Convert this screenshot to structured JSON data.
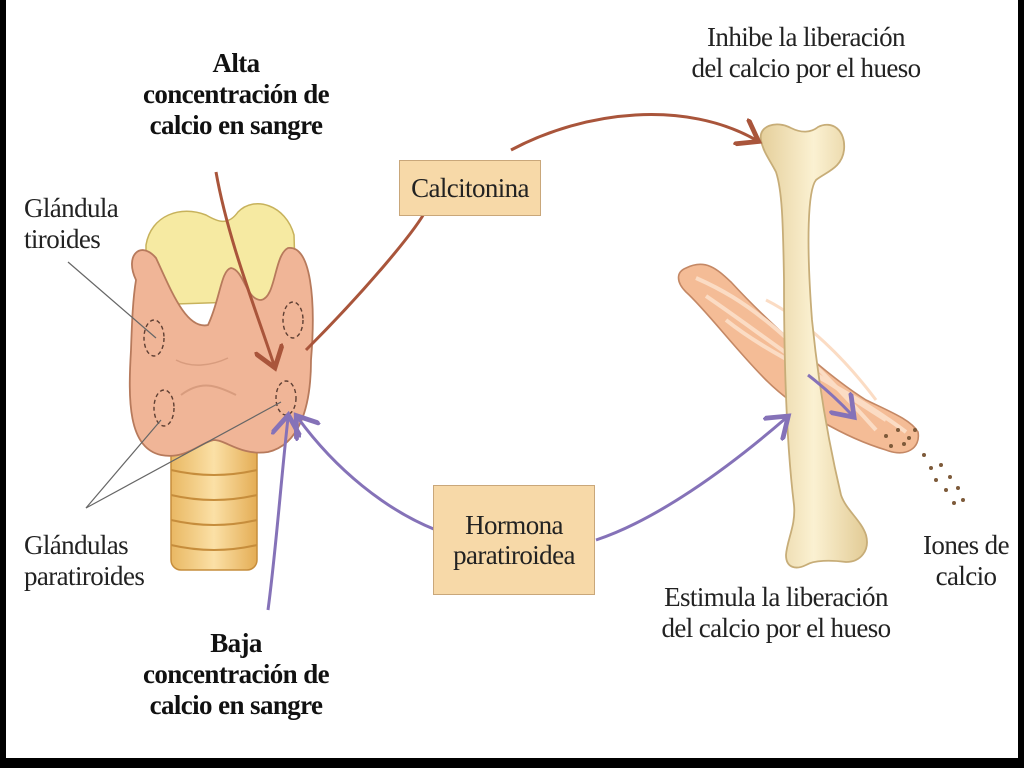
{
  "labels": {
    "high_calcium": [
      "Alta",
      "concentración de",
      "calcio en sangre"
    ],
    "low_calcium": [
      "Baja",
      "concentración de",
      "calcio en sangre"
    ],
    "thyroid_gland": [
      "Glándula",
      "tiroides"
    ],
    "parathyroid_glands": [
      "Glándulas",
      "paratiroides"
    ],
    "inhibits_release": [
      "Inhibe la liberación",
      "del calcio por el hueso"
    ],
    "stimulates_release": [
      "Estimula la liberación",
      "del calcio por el hueso"
    ],
    "calcium_ions": [
      "Iones de",
      "calcio"
    ]
  },
  "hormones": {
    "calcitonin": "Calcitonina",
    "parathyroid_hormone": [
      "Hormona",
      "paratiroidea"
    ]
  },
  "colors": {
    "calcitonin_arrow": "#a9553b",
    "pth_arrow": "#8572b8",
    "box_fill": "#f7d9a8",
    "thyroid": "#f0b597",
    "parathyroid_back": "#f6eaa2",
    "trachea": "#f5cf86",
    "bone": "#f1e2ba"
  }
}
